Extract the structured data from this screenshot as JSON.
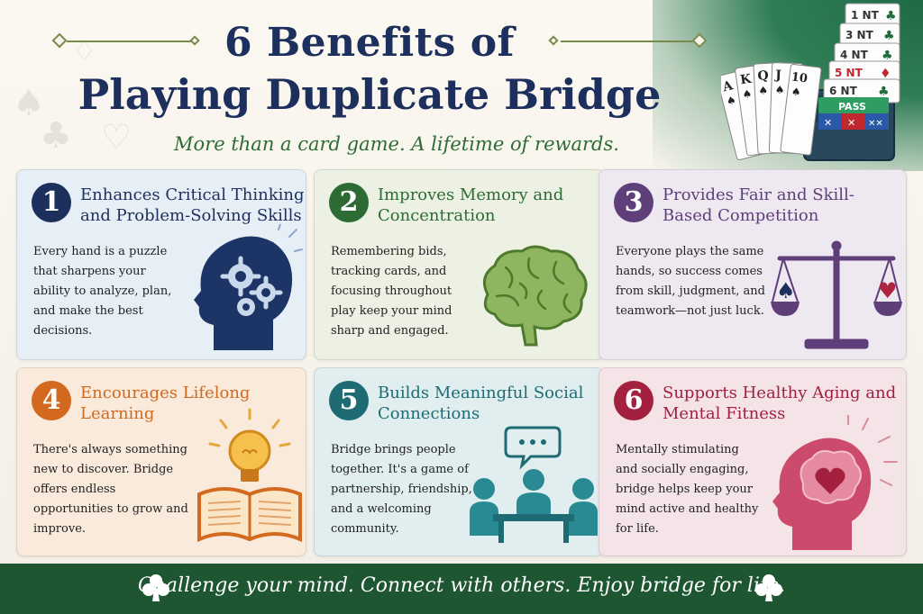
{
  "title_line1": "6 Benefits of",
  "title_line2": "Playing Duplicate Bridge",
  "subtitle": "More than a card game. A lifetime of rewards.",
  "bidding_cards": [
    "1 NT",
    "3 NT",
    "4 NT",
    "5 NT",
    "6 NT",
    "PASS"
  ],
  "hand_cards": [
    "A",
    "K",
    "Q",
    "J",
    "10"
  ],
  "colors": {
    "navy": "#1d2f5c",
    "green": "#2d6b35",
    "purple": "#5e3f7a",
    "orange": "#d2691e",
    "teal": "#1f6b74",
    "crimson": "#a3203f",
    "footer": "#1d5631"
  },
  "benefits": [
    {
      "number": "1",
      "title": "Enhances Critical Thinking and Problem-Solving Skills",
      "body": "Every hand is a puzzle that sharpens your ability to analyze, plan, and make the best decisions.",
      "icon": "head-gears-icon"
    },
    {
      "number": "2",
      "title": "Improves Memory and Concentration",
      "body": "Remembering bids, tracking cards, and focusing throughout play keep your mind sharp and engaged.",
      "icon": "brain-icon"
    },
    {
      "number": "3",
      "title": "Provides Fair and Skill-Based Competition",
      "body": "Everyone plays the same hands, so success comes from skill, judgment, and teamwork—not just luck.",
      "icon": "scales-icon"
    },
    {
      "number": "4",
      "title": "Encourages Lifelong Learning",
      "body": "There's always something new to discover. Bridge offers endless opportunities to grow and improve.",
      "icon": "book-lightbulb-icon"
    },
    {
      "number": "5",
      "title": "Builds Meaningful Social Connections",
      "body": "Bridge brings people together. It's a game of partnership, friendship, and a welcoming community.",
      "icon": "people-table-icon"
    },
    {
      "number": "6",
      "title": "Supports Healthy Aging and Mental Fitness",
      "body": "Mentally stimulating and socially engaging, bridge helps keep your mind active and healthy for life.",
      "icon": "head-heart-icon"
    }
  ],
  "footer": "Challenge your mind. Connect with others. Enjoy bridge for life."
}
